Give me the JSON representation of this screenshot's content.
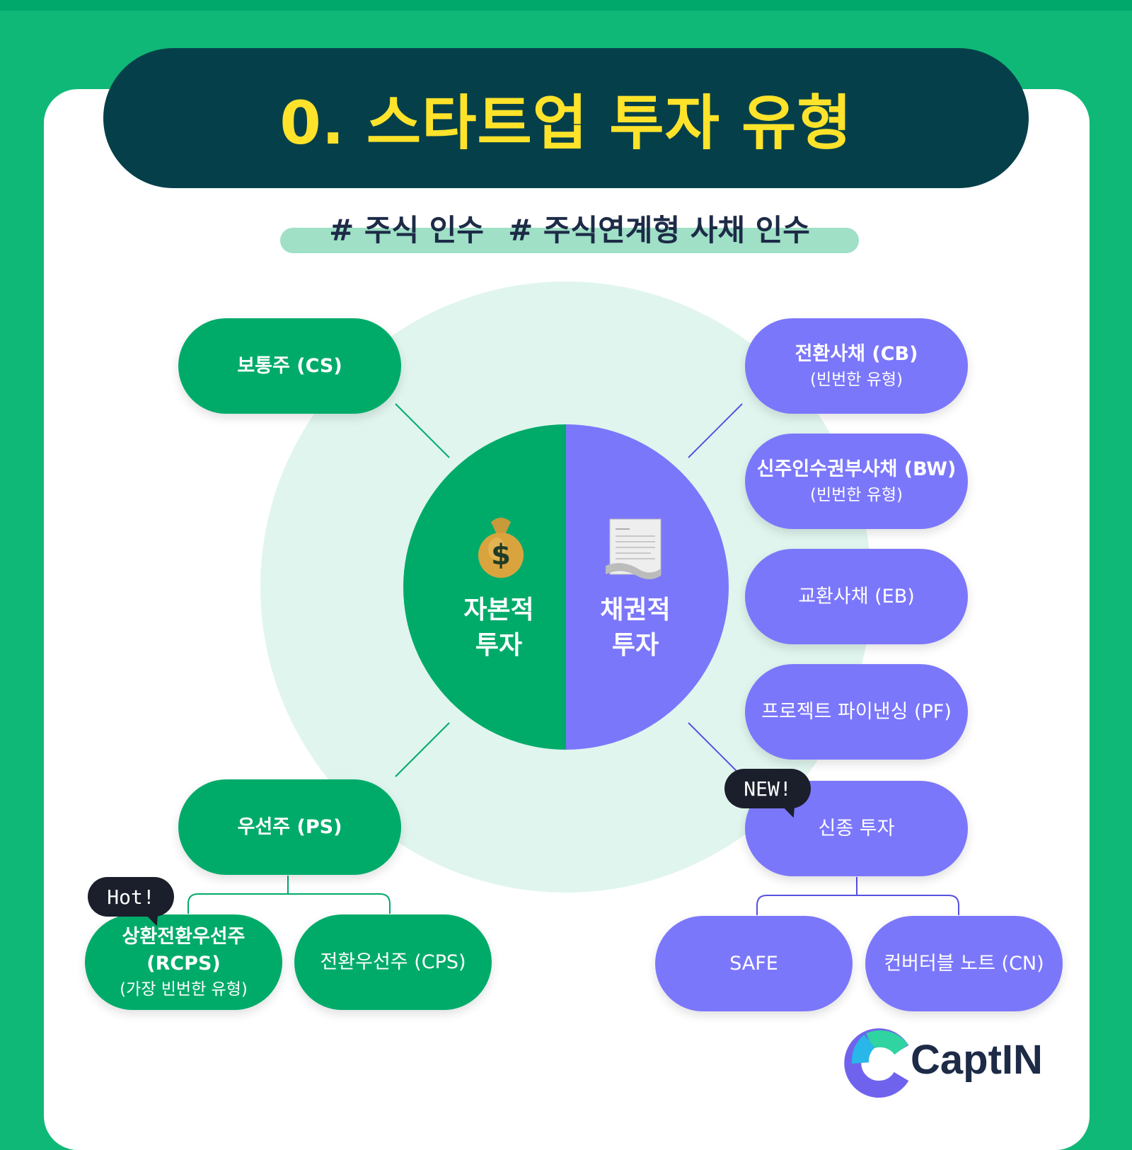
{
  "title": "0. 스타트업 투자 유형",
  "tags": [
    "# 주식 인수",
    "# 주식연계형 사채 인수"
  ],
  "center": {
    "left_label": [
      "자본적",
      "투자"
    ],
    "right_label": [
      "채권적",
      "투자"
    ],
    "left_icon": "money-bag-icon",
    "right_icon": "document-icon"
  },
  "equity": {
    "common": "보통주 (CS)",
    "preferred": "우선주 (PS)",
    "rcps_line1": "상환전환우선주",
    "rcps_line2": "(RCPS)",
    "rcps_note": "(가장 빈번한 유형)",
    "cps": "전환우선주 (CPS)",
    "hot_badge": "Hot!"
  },
  "debt": {
    "cb": "전환사채 (CB)",
    "cb_note": "(빈번한 유형)",
    "bw": "신주인수권부사채 (BW)",
    "bw_note": "(빈번한 유형)",
    "eb": "교환사채 (EB)",
    "pf": "프로젝트 파이낸싱 (PF)",
    "new_type": "신종 투자",
    "new_badge": "NEW!",
    "safe": "SAFE",
    "cn": "컨버터블 노트 (CN)"
  },
  "logo": {
    "text": "CaptIN"
  },
  "colors": {
    "background": "#10b877",
    "title_bg": "#05404a",
    "title_text": "#ffe32b",
    "equity_green": "#00ab6a",
    "debt_purple": "#7b77fb",
    "halo": "#e0f5ee",
    "tag_highlight": "#9fe0c6"
  }
}
